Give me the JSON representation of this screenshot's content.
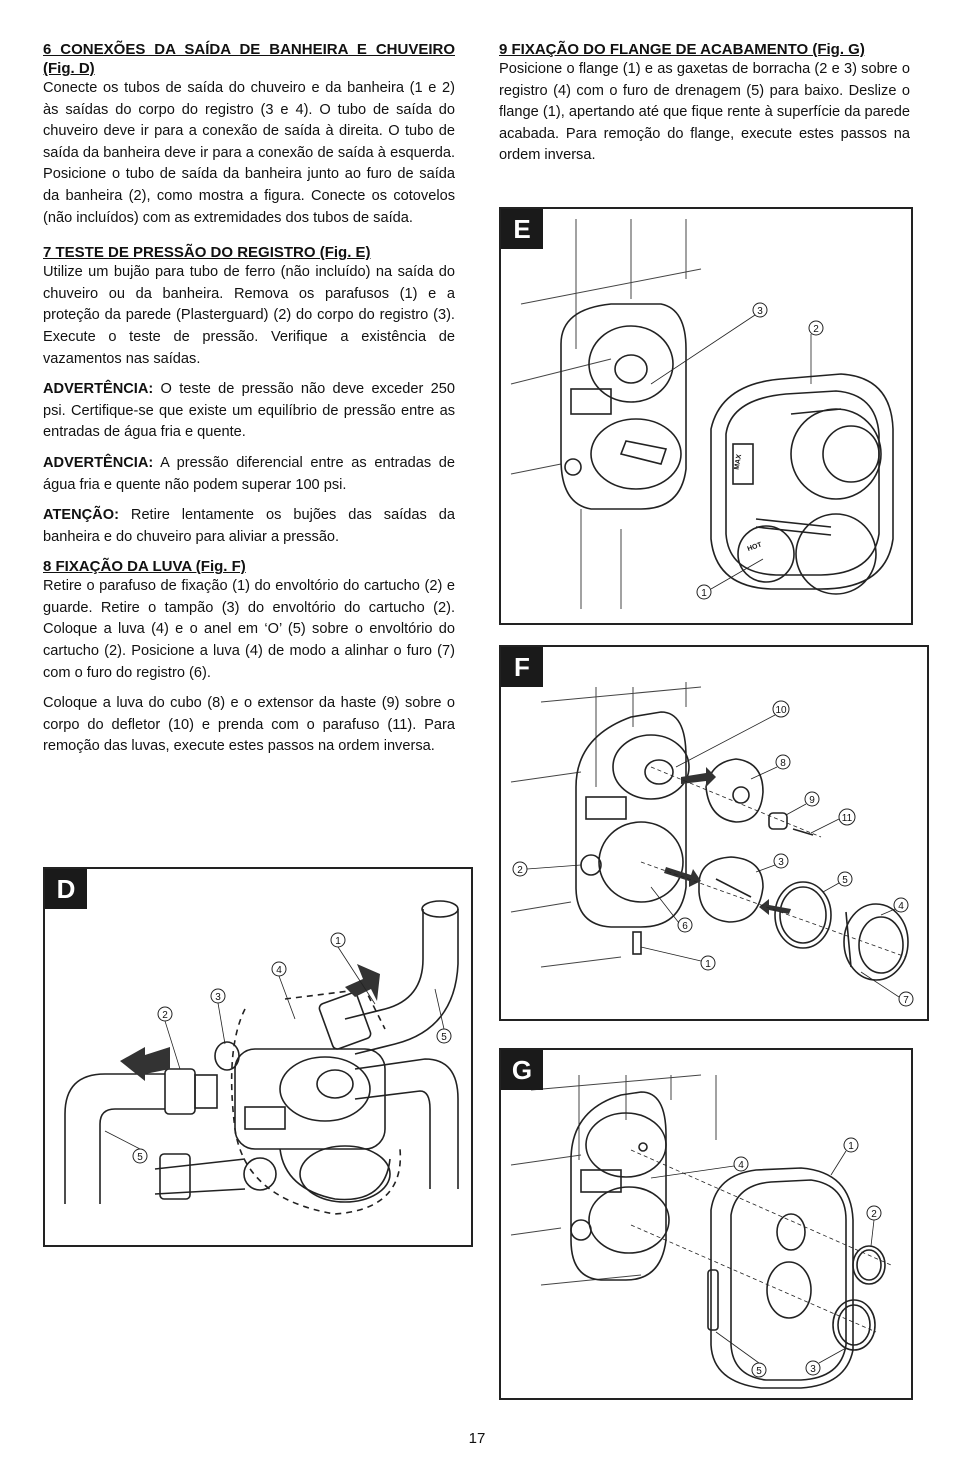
{
  "left": {
    "s6_title": "6 CONEXÕES DA SAÍDA DE BANHEIRA E CHUVEIRO (Fig. D)",
    "s6_body": "Conecte os tubos de saída do chuveiro e da banheira (1 e 2) às saídas do corpo do registro (3 e 4).  O tubo de saída do chuveiro deve ir para a conexão de saída à direita. O tubo de saída da banheira deve ir para a conexão de saída à esquerda. Posicione o tubo de saída da banheira junto ao furo de saída da banheira (2), como mostra a figura. Conecte os cotovelos (não incluídos) com as extremidades dos tubos de saída.",
    "s7_title": "7  TESTE DE PRESSÃO DO REGISTRO (Fig. E)",
    "s7_body": "Utilize um bujão para tubo de ferro (não incluído) na saída do chuveiro ou da banheira.  Remova os parafusos (1) e a proteção da parede (Plasterguard) (2) do corpo do registro (3).  Execute o teste de pressão.  Verifique a existência de vazamentos nas saídas.",
    "warn1_label": "ADVERTÊNCIA:",
    "warn1_text": " O teste de pressão não deve exceder 250 psi.  Certifique-se que existe um equilíbrio de pressão entre as entradas de água fria e quente.",
    "warn2_label": "ADVERTÊNCIA:",
    "warn2_text": " A pressão diferencial entre as entradas de água fria e quente não podem superar 100 psi.",
    "attn_label": "ATENÇÃO:",
    "attn_text": " Retire lentamente os bujões das saídas da banheira e do chuveiro para aliviar a pressão.",
    "s8_title": "8 FIXAÇÃO DA LUVA (Fig. F)",
    "s8_body1": "Retire o parafuso de fixação (1) do envoltório do cartucho (2) e guarde.  Retire o tampão (3) do envoltório do cartucho (2).  Coloque a luva (4) e o anel em ‘O’ (5) sobre o envoltório do cartucho (2).  Posicione a luva (4) de modo a alinhar o furo (7) com o furo do registro (6).",
    "s8_body2": "Coloque a luva do cubo (8) e o extensor da haste (9) sobre o corpo do defletor (10) e prenda com o parafuso (11). Para remoção das luvas, execute estes passos na ordem inversa."
  },
  "right": {
    "s9_title": "9 FIXAÇÃO DO FLANGE DE ACABAMENTO (Fig. G)",
    "s9_body": "Posicione o flange (1) e as gaxetas de borracha (2 e 3) sobre o registro (4) com o furo de drenagem (5) para baixo. Deslize o flange (1), apertando até que fique rente à superfície da parede acabada. Para remoção do flange, execute estes passos na ordem inversa."
  },
  "figures": {
    "D": {
      "tag": "D",
      "callouts": [
        "1",
        "2",
        "3",
        "4",
        "5",
        "5"
      ]
    },
    "E": {
      "tag": "E",
      "callouts": [
        "1",
        "2",
        "3"
      ],
      "labels": [
        "MAX",
        "HOT"
      ]
    },
    "F": {
      "tag": "F",
      "callouts": [
        "1",
        "2",
        "3",
        "4",
        "5",
        "6",
        "7",
        "8",
        "9",
        "10",
        "11"
      ]
    },
    "G": {
      "tag": "G",
      "callouts": [
        "1",
        "2",
        "3",
        "4",
        "5"
      ]
    }
  },
  "page_number": "17"
}
